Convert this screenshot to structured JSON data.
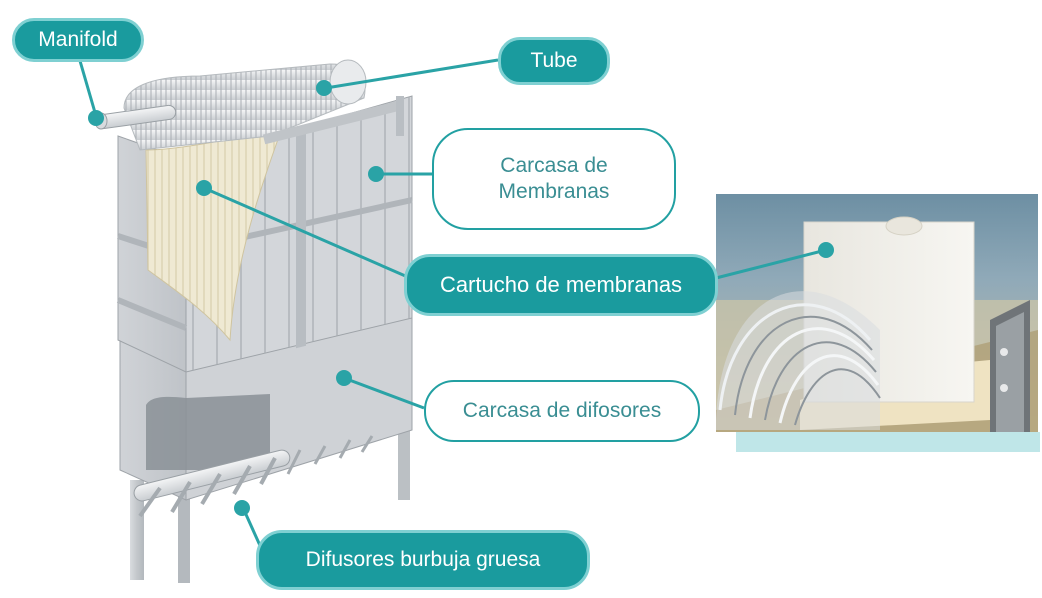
{
  "labels": {
    "manifold": "Manifold",
    "tube": "Tube",
    "carcasa_membranas": "Carcasa de\nMembranas",
    "cartucho": "Cartucho de membranas",
    "carcasa_difusores": "Carcasa de difosores",
    "difusores": "Difusores burbuja  gruesa"
  },
  "colors": {
    "accent": "#1a9b9e",
    "accent_light": "#7fd0d2",
    "frame": "#c7cacd",
    "membrane": "#ece6cf"
  }
}
